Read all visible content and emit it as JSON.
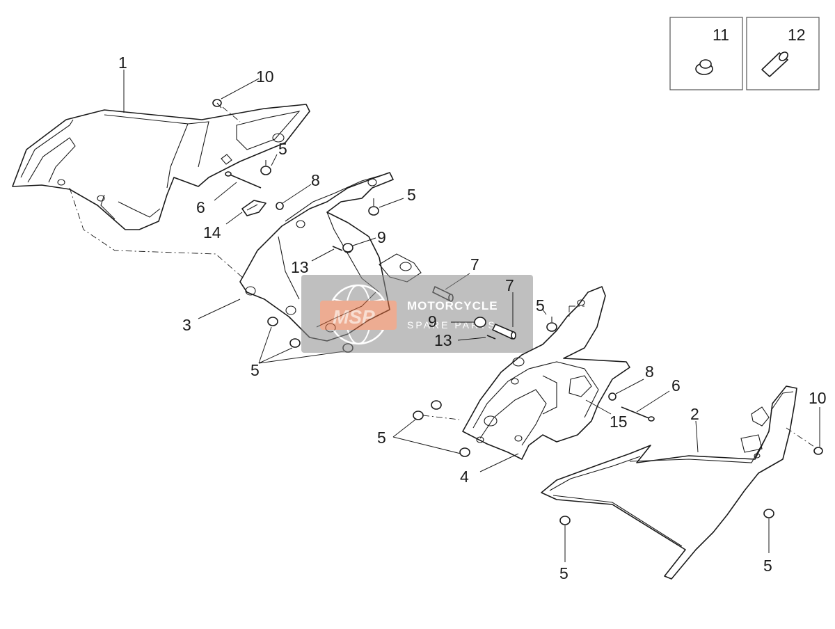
{
  "watermark": {
    "brand_top": "MOTORCYCLE",
    "brand_bottom": "SPARE PARTS",
    "logo_text": "MSP",
    "band_color": "#8c8c8c",
    "logo_color": "#e06a3a"
  },
  "inset": {
    "box_11": "11",
    "box_12": "12"
  },
  "callouts": [
    "1",
    "10",
    "5",
    "5",
    "8",
    "6",
    "14",
    "9",
    "13",
    "3",
    "5",
    "7",
    "7",
    "5",
    "9",
    "13",
    "8",
    "6",
    "15",
    "2",
    "10",
    "5",
    "4",
    "5",
    "5"
  ]
}
